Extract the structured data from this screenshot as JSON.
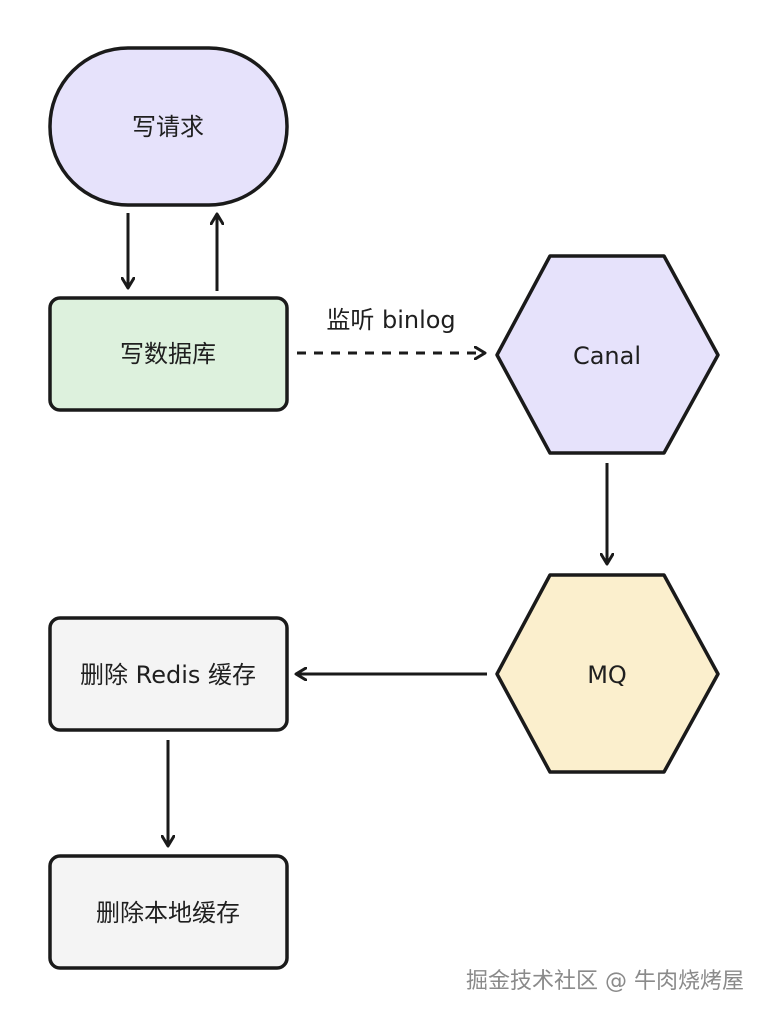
{
  "nodes": {
    "write_request": {
      "label": "写请求",
      "fill": "#e6e2fb"
    },
    "write_database": {
      "label": "写数据库",
      "fill": "#ddf1dd"
    },
    "canal": {
      "label": "Canal",
      "fill": "#e6e2fb"
    },
    "mq": {
      "label": "MQ",
      "fill": "#fbefcd"
    },
    "delete_redis_cache": {
      "label": "删除 Redis 缓存",
      "fill": "#f4f4f4"
    },
    "delete_local_cache": {
      "label": "删除本地缓存",
      "fill": "#f4f4f4"
    }
  },
  "edges": {
    "listen_binlog": {
      "label": "监听 binlog",
      "style": "dashed"
    }
  },
  "watermark": "掘金技术社区 @ 牛肉烧烤屋",
  "colors": {
    "stroke": "#1a1a1a",
    "text": "#1f1f1f",
    "watermark": "#8a8a8a"
  }
}
